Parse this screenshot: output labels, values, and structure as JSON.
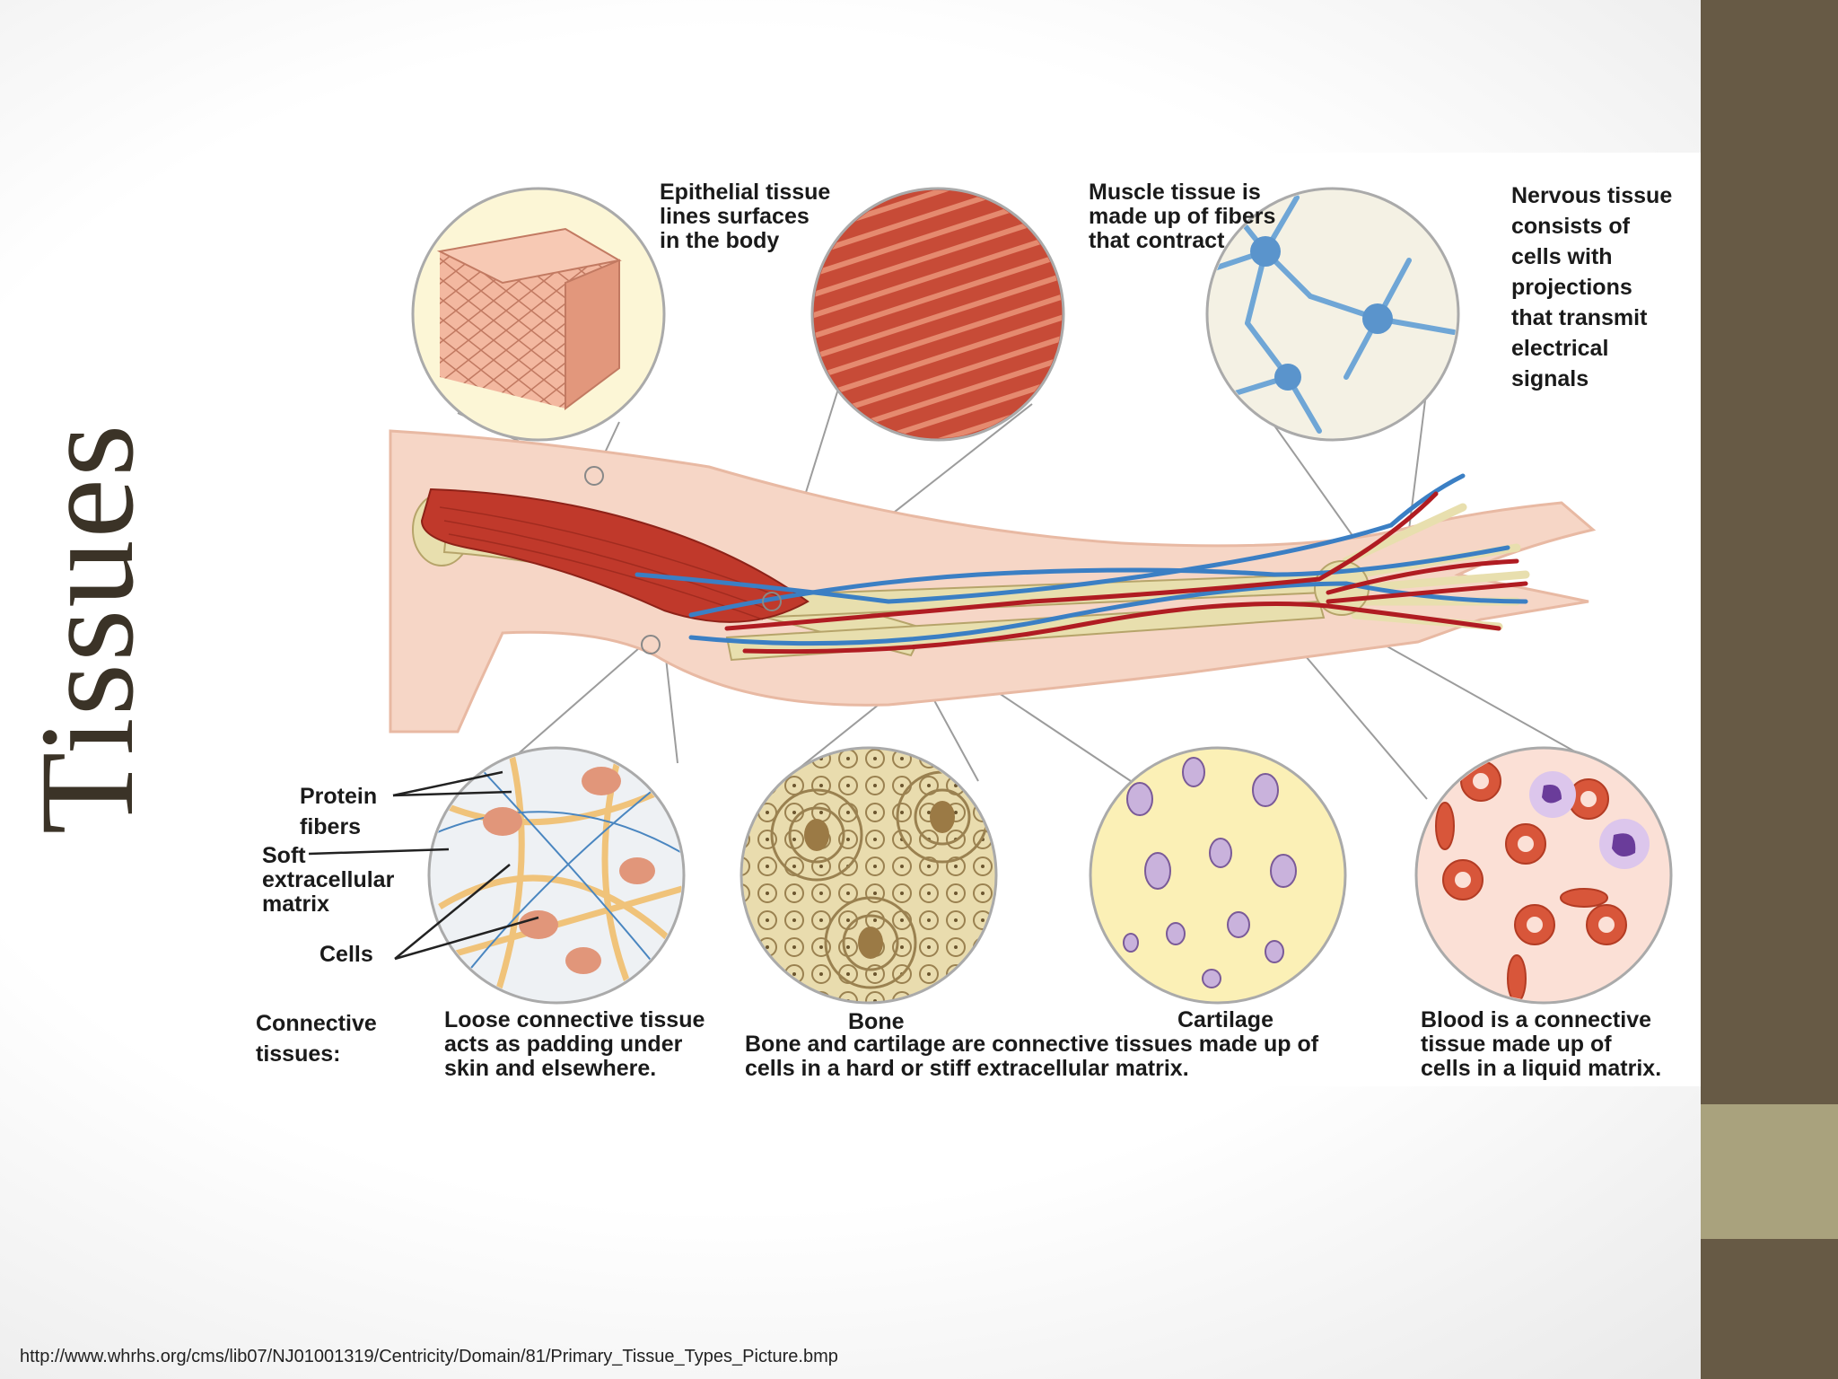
{
  "slide": {
    "title": "Tissues",
    "source_url": "http://www.whrhs.org/cms/lib07/NJ01001319/Centricity/Domain/81/Primary_Tissue_Types_Picture.bmp"
  },
  "diagram": {
    "epithelial_caption": "Epithelial tissue\nlines surfaces\nin the body",
    "muscle_caption": "Muscle tissue is\nmade up of fibers\nthat contract",
    "nervous_caption": "Nervous tissue\nconsists of\ncells with\nprojections\nthat transmit\nelectrical\nsignals",
    "protein_fibers_label": "Protein\nfibers",
    "soft_matrix_label": "Soft\nextracellular\nmatrix",
    "cells_label": "Cells",
    "connective_heading": "Connective\ntissues:",
    "loose_caption": "Loose connective tissue\nacts as padding under\nskin and elsewhere.",
    "bone_label": "Bone",
    "cartilage_label": "Cartilage",
    "bone_cartilage_caption": "Bone and cartilage are connective tissues made up of\ncells in a hard or stiff extracellular matrix.",
    "blood_caption": "Blood is a connective\ntissue made up of\ncells in a liquid matrix."
  },
  "colors": {
    "sidebar": "#675a45",
    "sidebar_accent": "#a9a27d",
    "title_text": "#3b3327",
    "muscle": "#c0392b",
    "vein": "#3b7fc4",
    "artery": "#b01c22",
    "bone": "#e8dfae"
  }
}
